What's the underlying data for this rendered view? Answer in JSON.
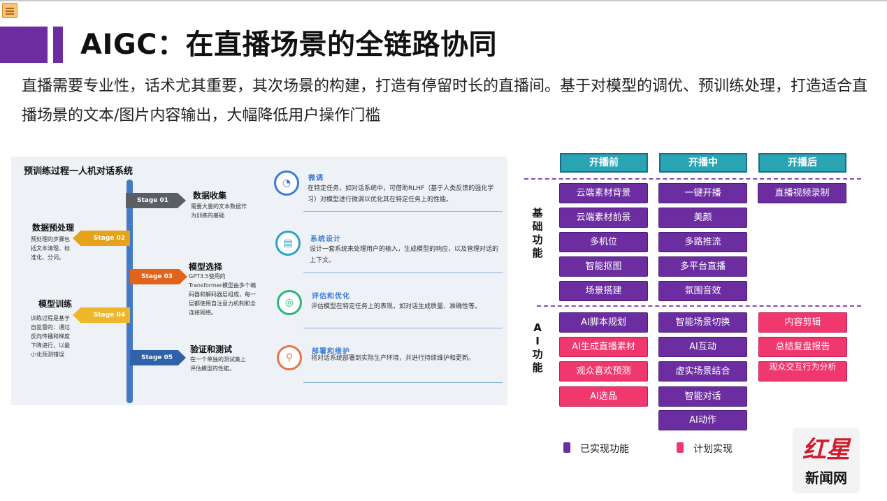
{
  "title": "AIGC：在直播场景的全链路协同",
  "subtitle": "直播需要专业性，话术尤其重要，其次场景的构建，打造有停留时长的直播间。基于对模型的调优、预训练处理，打造适合直播场景的文本/图片内容输出，大幅降低用户操作门槛",
  "infographic": {
    "title": "预训练过程一人机对话系统",
    "stages": [
      {
        "tag": "Stage 01",
        "head": "数据收集",
        "desc": "需要大量的文本数据作为训练的基础",
        "color": "#5a5f66"
      },
      {
        "tag": "Stage 02",
        "head": "数据预处理",
        "desc": "预处理的步骤包括文本清理、标准化、分词。",
        "color": "#e6a21a"
      },
      {
        "tag": "Stage 03",
        "head": "模型选择",
        "desc": "GPT3.5使用的Transformer模型由多个编码器和解码器层组成，每一层都使用自注意力机制和全连接网络。",
        "color": "#e2631c"
      },
      {
        "tag": "Stage 04",
        "head": "模型训练",
        "desc": "训练过程是基于自监督的：通过反向传播和梯度下降进行，以最小化预测错误",
        "color": "#f0b62a"
      },
      {
        "tag": "Stage 05",
        "head": "验证和测试",
        "desc": "在一个单独的测试集上评估模型的性能。",
        "color": "#2f62a8"
      }
    ],
    "steps": [
      {
        "head": "微调",
        "desc": "在特定任务，如对话系统中，可借助RLHF（基于人类反馈的强化学习）对模型进行微调以优化其在特定任务上的性能。",
        "color": "#3a7bd5",
        "icon": "◔"
      },
      {
        "head": "系统设计",
        "desc": "设计一套系统来处理用户的输入，生成模型的响应，以及管理对话的上下文。",
        "color": "#2aa1c9",
        "icon": "▤"
      },
      {
        "head": "评估和优化",
        "desc": "评估模型在特定任务上的表现，如对话生成质量、准确性等。",
        "color": "#2fb37a",
        "icon": "◎"
      },
      {
        "head": "部署和维护",
        "desc": "将对话系统部署到实际生产环境，并进行持续维护和更新。",
        "color": "#e8734a",
        "icon": "⚲"
      }
    ]
  },
  "matrix": {
    "columns": [
      "开播前",
      "开播中",
      "开播后"
    ],
    "row_labels": {
      "basic": [
        "基",
        "础",
        "功",
        "能"
      ],
      "ai": [
        "A",
        "I",
        "功",
        "能"
      ]
    },
    "basic": [
      [
        "云端素材背景",
        "云端素材前景",
        "多机位",
        "智能抠图",
        "场景搭建"
      ],
      [
        "一键开播",
        "美颜",
        "多路推流",
        "多平台直播",
        "氛围音效"
      ],
      [
        "直播视频录制"
      ]
    ],
    "ai": [
      [
        {
          "t": "AI脚本规划",
          "s": "done"
        },
        {
          "t": "AI生成直播素材",
          "s": "plan"
        },
        {
          "t": "观众喜欢预测",
          "s": "plan"
        },
        {
          "t": "AI选品",
          "s": "plan"
        }
      ],
      [
        {
          "t": "智能场景切换",
          "s": "done"
        },
        {
          "t": "AI互动",
          "s": "done"
        },
        {
          "t": "虚实场景结合",
          "s": "done"
        },
        {
          "t": "智能对话",
          "s": "done"
        },
        {
          "t": "AI动作",
          "s": "done"
        }
      ],
      [
        {
          "t": "内容剪辑",
          "s": "plan"
        },
        {
          "t": "总结复盘报告",
          "s": "plan"
        },
        {
          "t": "观众交互行为分析",
          "s": "plan"
        }
      ]
    ],
    "legend": {
      "done": "已实现功能",
      "plan": "计划实现",
      "done_color": "#6b2da0",
      "plan_color": "#f0376e"
    }
  },
  "logo": {
    "top": "红星",
    "bottom": "新闻网"
  }
}
